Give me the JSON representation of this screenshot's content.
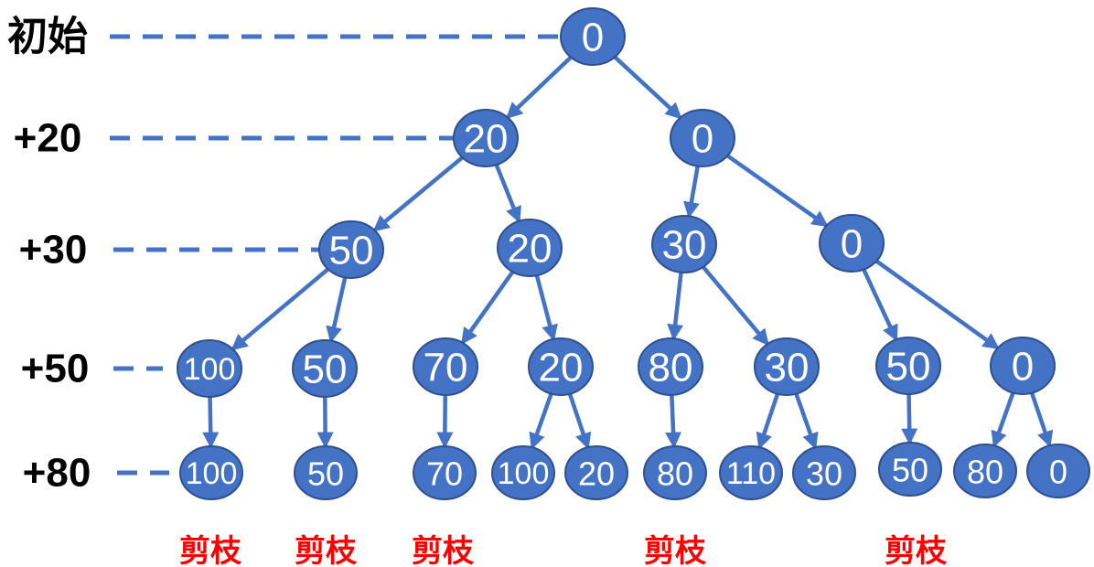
{
  "colors": {
    "node_fill": "#4472c4",
    "edge": "#4472c4",
    "dash": "#4472c4",
    "prune_text": "#ff0000",
    "label_text": "#000000"
  },
  "levels": [
    {
      "label": "初始"
    },
    {
      "label": "+20"
    },
    {
      "label": "+30"
    },
    {
      "label": "+50"
    },
    {
      "label": "+80"
    }
  ],
  "nodes": [
    {
      "id": "n0",
      "value": "0"
    },
    {
      "id": "n1",
      "value": "20"
    },
    {
      "id": "n2",
      "value": "0"
    },
    {
      "id": "n3",
      "value": "50"
    },
    {
      "id": "n4",
      "value": "20"
    },
    {
      "id": "n5",
      "value": "30"
    },
    {
      "id": "n6",
      "value": "0"
    },
    {
      "id": "n7",
      "value": "100"
    },
    {
      "id": "n8",
      "value": "50"
    },
    {
      "id": "n9",
      "value": "70"
    },
    {
      "id": "n10",
      "value": "20"
    },
    {
      "id": "n11",
      "value": "80"
    },
    {
      "id": "n12",
      "value": "30"
    },
    {
      "id": "n13",
      "value": "50"
    },
    {
      "id": "n14",
      "value": "0"
    },
    {
      "id": "n15",
      "value": "100"
    },
    {
      "id": "n16",
      "value": "50"
    },
    {
      "id": "n17",
      "value": "70"
    },
    {
      "id": "n18",
      "value": "100"
    },
    {
      "id": "n19",
      "value": "20"
    },
    {
      "id": "n20",
      "value": "80"
    },
    {
      "id": "n21",
      "value": "110"
    },
    {
      "id": "n22",
      "value": "30"
    },
    {
      "id": "n23",
      "value": "50"
    },
    {
      "id": "n24",
      "value": "80"
    },
    {
      "id": "n25",
      "value": "0"
    }
  ],
  "edges": [
    [
      "n0",
      "n1"
    ],
    [
      "n0",
      "n2"
    ],
    [
      "n1",
      "n3"
    ],
    [
      "n1",
      "n4"
    ],
    [
      "n2",
      "n5"
    ],
    [
      "n2",
      "n6"
    ],
    [
      "n3",
      "n7"
    ],
    [
      "n3",
      "n8"
    ],
    [
      "n4",
      "n9"
    ],
    [
      "n4",
      "n10"
    ],
    [
      "n5",
      "n11"
    ],
    [
      "n5",
      "n12"
    ],
    [
      "n6",
      "n13"
    ],
    [
      "n6",
      "n14"
    ],
    [
      "n7",
      "n15"
    ],
    [
      "n8",
      "n16"
    ],
    [
      "n9",
      "n17"
    ],
    [
      "n10",
      "n18"
    ],
    [
      "n10",
      "n19"
    ],
    [
      "n11",
      "n20"
    ],
    [
      "n12",
      "n21"
    ],
    [
      "n12",
      "n22"
    ],
    [
      "n13",
      "n23"
    ],
    [
      "n14",
      "n24"
    ],
    [
      "n14",
      "n25"
    ]
  ],
  "prune_labels": [
    {
      "text": "剪枝"
    },
    {
      "text": "剪枝"
    },
    {
      "text": "剪枝"
    },
    {
      "text": "剪枝"
    },
    {
      "text": "剪枝"
    }
  ]
}
